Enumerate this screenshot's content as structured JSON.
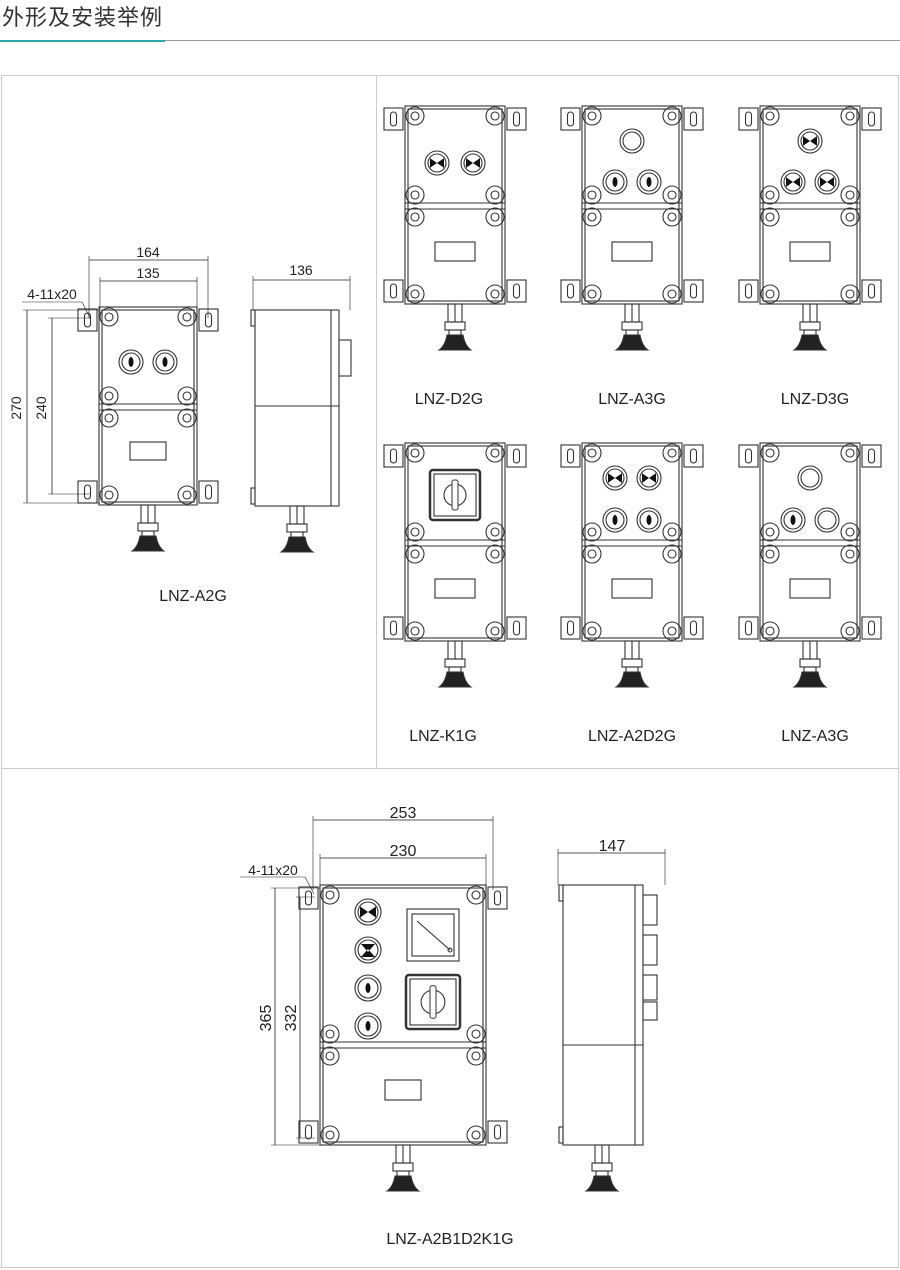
{
  "page_title": "外形及安装举例",
  "models": {
    "a2g": "LNZ-A2G",
    "d2g": "LNZ-D2G",
    "a3g_1": "LNZ-A3G",
    "d3g": "LNZ-D3G",
    "k1g": "LNZ-K1G",
    "a2d2g": "LNZ-A2D2G",
    "a3g_2": "LNZ-A3G",
    "a2b1d2k1g": "LNZ-A2B1D2K1G"
  },
  "dimensions": {
    "a2g": {
      "outer_width": "164",
      "inner_width": "135",
      "depth": "136",
      "outer_height": "270",
      "inner_height": "240",
      "holes": "4-11x20"
    },
    "a2b1d2k1g": {
      "outer_width": "253",
      "inner_width": "230",
      "depth": "147",
      "outer_height": "365",
      "inner_height": "332",
      "holes": "4-11x20"
    }
  },
  "colors": {
    "accent": "#2aa8a8",
    "line": "#333333",
    "rule": "#999999"
  }
}
